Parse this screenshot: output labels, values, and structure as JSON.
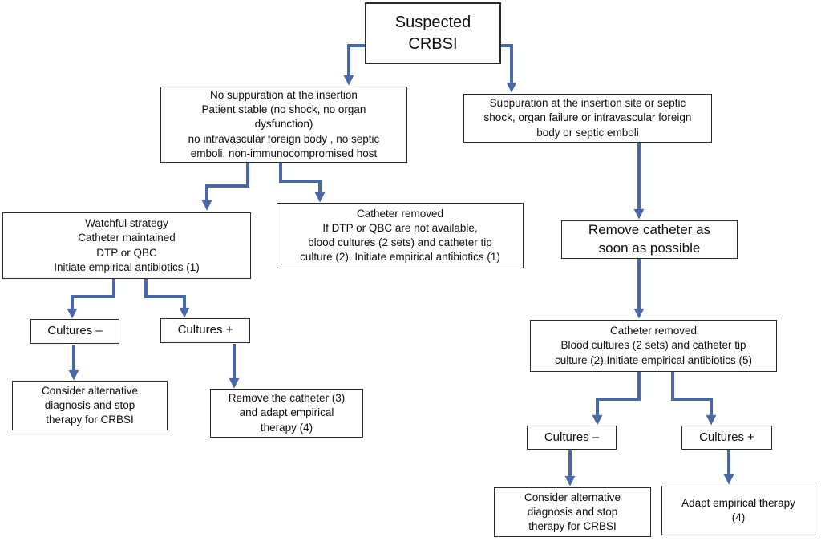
{
  "diagram": {
    "title": "Suspected CRBSI management flowchart",
    "colors": {
      "arrow": "#4868a6",
      "border": "#2b2b2b",
      "background": "#ffffff",
      "text": "#0d0d0d"
    },
    "nodes": {
      "suspected": "Suspected\nCRBSI",
      "no_suppuration": "No suppuration at the insertion\nPatient stable (no shock, no organ\ndysfunction)\nno intravascular foreign body , no septic\nemboli, non-immunocompromised host",
      "suppuration": "Suppuration at the insertion site or septic\nshock, organ failure or intravascular foreign\nbody or septic emboli",
      "watchful": "Watchful strategy\nCatheter maintained\nDTP or QBC\nInitiate empirical antibiotics (1)",
      "catheter_removed_dtp": "Catheter removed\nIf DTP or QBC are not available,\nblood cultures (2 sets) and catheter tip\nculture (2). Initiate empirical antibiotics (1)",
      "remove_asap": "Remove catheter as\nsoon as possible",
      "cultures_neg_left": "Cultures –",
      "cultures_pos_left": "Cultures +",
      "consider_left": "Consider alternative\ndiagnosis and stop\ntherapy for CRBSI",
      "remove_catheter_3": "Remove the catheter (3)\nand adapt empirical\ntherapy (4)",
      "catheter_removed_5": "Catheter removed\nBlood cultures (2 sets) and catheter tip\nculture (2).Initiate empirical antibiotics (5)",
      "cultures_neg_right": "Cultures –",
      "cultures_pos_right": "Cultures +",
      "consider_right": "Consider alternative\ndiagnosis and stop\ntherapy for CRBSI",
      "adapt_right": "Adapt empirical therapy\n(4)"
    }
  }
}
